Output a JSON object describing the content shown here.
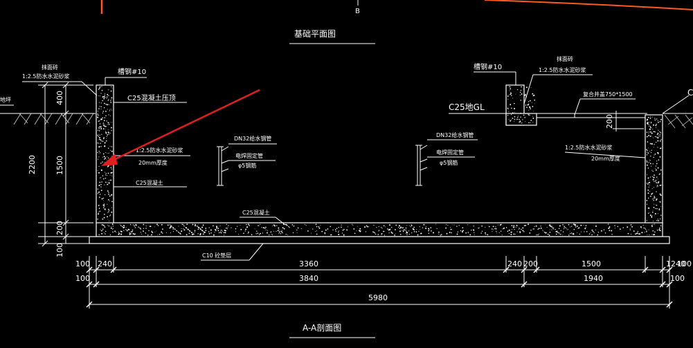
{
  "colors": {
    "background": "#000000",
    "lines": "#ffffff",
    "arc": "#ff5a1f",
    "arrow": "#e02020"
  },
  "titles": {
    "top_label": "B",
    "plan_title": "基础平面图",
    "section_title": "A-A剖面图"
  },
  "left_wall": {
    "label_top_small": "抹面砖",
    "label_mortar": "1:2.5防水水泥砂浆",
    "channel_steel": "槽钢#10",
    "cap": "C25混凝土压顶",
    "waterproof": "1:2.5防水水泥砂浆",
    "thickness": "20mm厚度",
    "concrete": "C25混凝土",
    "ground_label": "地坪"
  },
  "inner_left": {
    "pipe": "DN32给水钢管",
    "bracket": "电焊固定管",
    "rod": "φ5钢筋"
  },
  "inner_right": {
    "pipe": "DN32给水钢管",
    "bracket": "电焊固定管",
    "rod": "φ5钢筋"
  },
  "right_wall": {
    "channel_steel": "槽钢#10",
    "label_top_small": "抹面砖",
    "label_mortar": "1:2.5防水水泥砂浆",
    "cover": "复合井盖750*1500",
    "beam": "C25地GL",
    "waterproof": "1:2.5防水水泥砂浆",
    "thickness": "20mm厚度",
    "edge_label": "C",
    "dim_200": "200"
  },
  "base": {
    "slab": "C25混凝土",
    "cushion": "C10 砼垫层"
  },
  "vertical_dims": {
    "total": "2200",
    "upper": "400",
    "middle": "1500",
    "slab": "200",
    "cushion": "100"
  },
  "dims_row1": [
    "100",
    "240",
    "3360",
    "240",
    "200",
    "1500",
    "1240",
    "100"
  ],
  "dims_row2": [
    "100",
    "3840",
    "1940",
    "100"
  ],
  "dims_total": "5980"
}
